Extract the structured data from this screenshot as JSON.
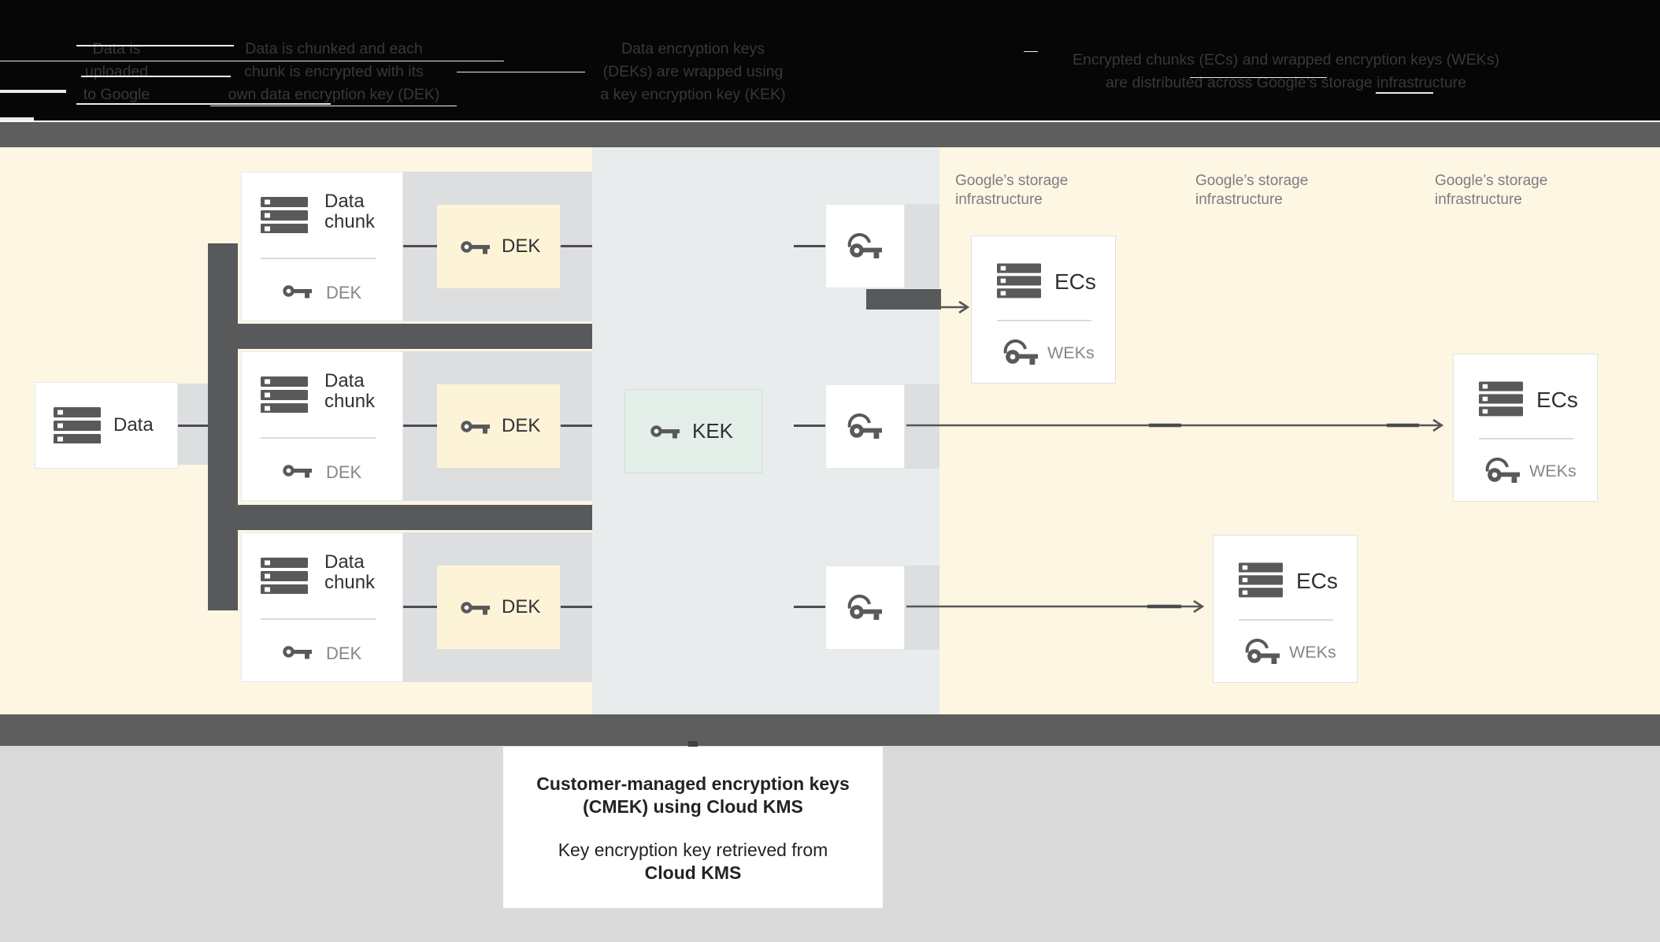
{
  "header": {
    "steps": [
      {
        "lines": [
          "Data is",
          "uploaded",
          "to Google"
        ]
      },
      {
        "lines": [
          "Data is chunked and each",
          "chunk is encrypted with its",
          "own data encryption key (DEK)"
        ]
      },
      {
        "lines": [
          "Data encryption keys",
          "(DEKs) are wrapped using",
          "a key encryption key (KEK)"
        ]
      },
      {
        "lines": [
          "Encrypted chunks (ECs) and wrapped encryption keys (WEKs)",
          "are distributed across Google’s storage infrastructure"
        ]
      }
    ]
  },
  "diagram": {
    "data_box": {
      "label": "Data"
    },
    "chunks": [
      {
        "title_lines": [
          "Data",
          "chunk"
        ],
        "key_label": "DEK"
      },
      {
        "title_lines": [
          "Data",
          "chunk"
        ],
        "key_label": "DEK"
      },
      {
        "title_lines": [
          "Data",
          "chunk"
        ],
        "key_label": "DEK"
      }
    ],
    "dek_boxes": [
      {
        "label": "DEK"
      },
      {
        "label": "DEK"
      },
      {
        "label": "DEK"
      }
    ],
    "kek_box": {
      "label": "KEK"
    },
    "storage_labels": [
      {
        "lines": [
          "Google’s storage",
          "infrastructure"
        ]
      },
      {
        "lines": [
          "Google’s storage",
          "infrastructure"
        ]
      },
      {
        "lines": [
          "Google’s storage",
          "infrastructure"
        ]
      }
    ],
    "ecs_boxes": [
      {
        "title": "ECs",
        "key_label": "WEKs"
      },
      {
        "title": "ECs",
        "key_label": "WEKs"
      },
      {
        "title": "ECs",
        "key_label": "WEKs"
      }
    ]
  },
  "caption": {
    "line1": "Customer-managed encryption keys",
    "line2": "(CMEK) using Cloud KMS",
    "line3": "Key encryption key retrieved from",
    "line4": "Cloud KMS"
  },
  "icons": {
    "database": "stacked-server-bars",
    "key": "key-glyph",
    "wrapped_key": "key-with-arc-glyph"
  },
  "colors": {
    "header_bg": "#060606",
    "band_gray": "#5e5e5f",
    "structure_gray": "#58595a",
    "cream_zone": "#fdf6e2",
    "kms_zone": "#e8eced",
    "light_strip": "#dcdee0",
    "dek_fill": "#fdf3d6",
    "kek_fill": "#e3efe8",
    "label_gray": "#85888b",
    "text_dark": "#2f3134"
  }
}
